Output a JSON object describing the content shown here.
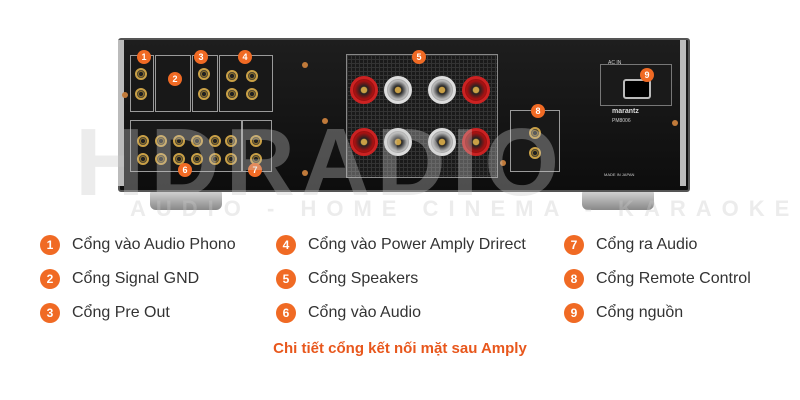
{
  "watermark": {
    "main": "HDRADIO",
    "sub": "AUDIO - HOME CINEMA - KARAOKE"
  },
  "panel": {
    "brand": "marantz",
    "model": "PM8006",
    "ac_in": "AC IN",
    "made_in": "MADE IN JAPAN"
  },
  "markers": [
    "1",
    "2",
    "3",
    "4",
    "5",
    "6",
    "7",
    "8",
    "9"
  ],
  "legend": [
    {
      "num": "1",
      "text": "Cổng vào Audio Phono"
    },
    {
      "num": "2",
      "text": "Cổng Signal GND"
    },
    {
      "num": "3",
      "text": "Cổng Pre Out"
    },
    {
      "num": "4",
      "text": "Cổng vào Power Amply Drirect"
    },
    {
      "num": "5",
      "text": "Cổng Speakers"
    },
    {
      "num": "6",
      "text": "Cổng vào Audio"
    },
    {
      "num": "7",
      "text": "Cổng ra Audio"
    },
    {
      "num": "8",
      "text": "Cổng Remote Control"
    },
    {
      "num": "9",
      "text": "Cổng nguồn"
    }
  ],
  "caption": "Chi tiết cổng kết nối mặt sau Amply",
  "colors": {
    "accent": "#f06a24",
    "caption": "#e8571c"
  }
}
